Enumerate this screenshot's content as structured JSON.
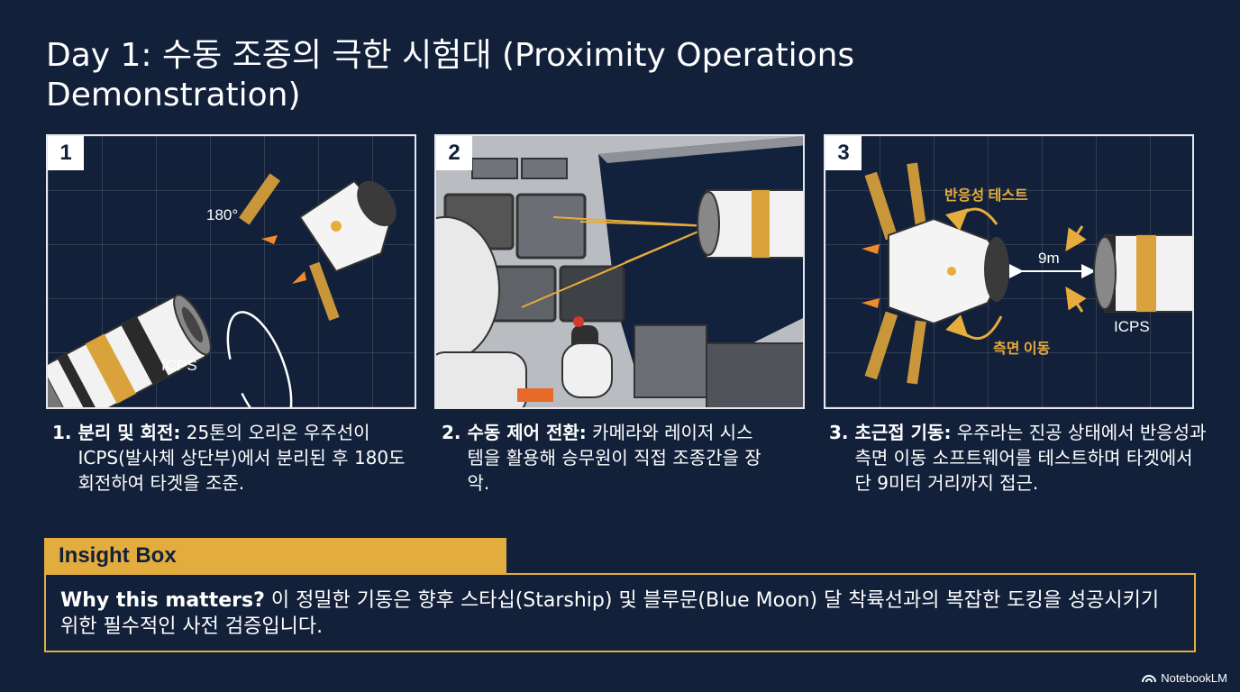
{
  "title": "Day 1: 수동 조종의 극한 시험대 (Proximity Operations Demonstration)",
  "panels": [
    {
      "number": "1",
      "labels": {
        "rotation": "180°",
        "icps": "ICPS"
      }
    },
    {
      "number": "2"
    },
    {
      "number": "3",
      "labels": {
        "reactivity_test": "반응성 테스트",
        "distance": "9m",
        "lateral_move": "측면 이동",
        "icps": "ICPS"
      }
    }
  ],
  "captions": [
    {
      "num": "1. ",
      "heading": "분리 및 회전:",
      "body": " 25톤의 오리온 우주선이 ICPS(발사체 상단부)에서 분리된 후 180도 회전하여 타겟을 조준."
    },
    {
      "num": "2. ",
      "heading": "수동 제어 전환:",
      "body": " 카메라와 레이저 시스템을 활용해 승무원이 직접 조종간을 장악."
    },
    {
      "num": "3. ",
      "heading": "초근접 기동:",
      "body": " 우주라는 진공 상태에서 반응성과 측면 이동 소프트웨어를 테스트하며 타겟에서 단 9미터 거리까지 접근."
    }
  ],
  "insight": {
    "tab_label": "Insight Box",
    "lead": "Why this matters?",
    "text": " 이 정밀한 기동은 향후 스타십(Starship) 및 블루문(Blue Moon) 달 착륙선과의 복잡한 도킹을 성공시키기 위한 필수적인 사전 검증입니다."
  },
  "brand": "NotebookLM",
  "colors": {
    "background": "#12203a",
    "accent": "#e2ad3e",
    "text": "#ffffff"
  }
}
